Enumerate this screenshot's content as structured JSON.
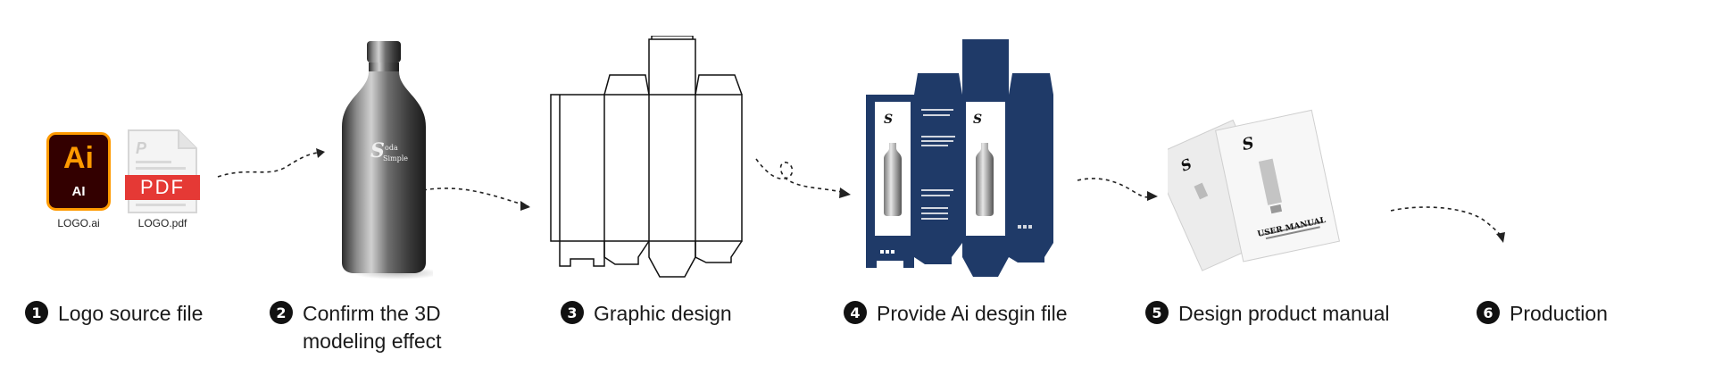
{
  "files": {
    "ai_icon_text": "Ai",
    "ai_icon_subtext": "AI",
    "ai_label": "LOGO.ai",
    "pdf_icon_text": "PDF",
    "pdf_label": "LOGO.pdf",
    "ai_color": "#FF9A00",
    "ai_bg": "#330000",
    "pdf_color": "#E53935"
  },
  "steps": [
    {
      "number": "1",
      "label": "Logo source file"
    },
    {
      "number": "2",
      "label": "Confirm the 3D\nmodeling effect"
    },
    {
      "number": "3",
      "label": "Graphic design"
    },
    {
      "number": "4",
      "label": "Provide Ai desgin file"
    },
    {
      "number": "5",
      "label": "Design product manual"
    },
    {
      "number": "6",
      "label": "Production"
    }
  ],
  "manual": {
    "title": "USER MANUAL"
  },
  "colors": {
    "box_navy": "#1F3A68",
    "bottle_steel": "#6b6b6b"
  }
}
